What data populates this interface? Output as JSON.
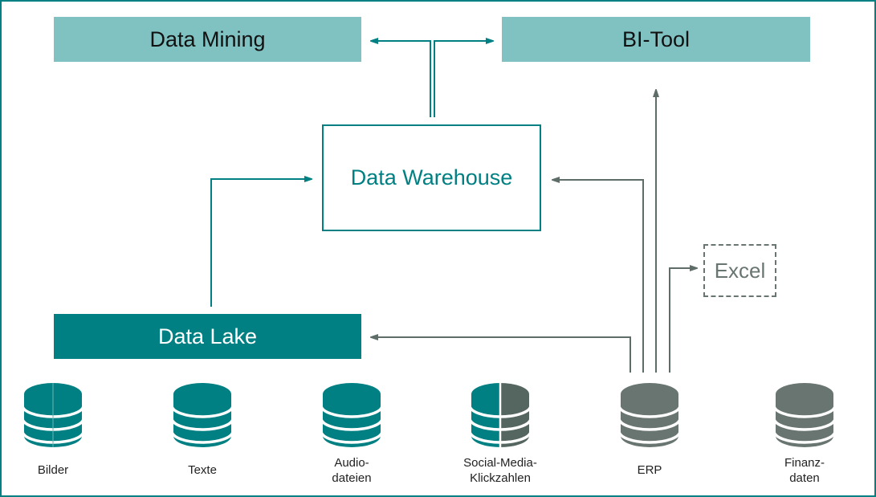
{
  "colors": {
    "teal": "#008083",
    "teal_light": "#80c1c1",
    "gray": "#687570",
    "gray_dark": "#556660"
  },
  "targets": {
    "data_mining": "Data Mining",
    "bi_tool": "BI-Tool",
    "data_warehouse": "Data Warehouse",
    "data_lake": "Data Lake",
    "excel": "Excel"
  },
  "sources": [
    {
      "label": "Bilder",
      "type": "unstructured"
    },
    {
      "label": "Texte",
      "type": "unstructured"
    },
    {
      "label": "Audio-\ndateien",
      "type": "unstructured"
    },
    {
      "label": "Social-Media-\nKlickzahlen",
      "type": "mixed"
    },
    {
      "label": "ERP",
      "type": "structured"
    },
    {
      "label": "Finanz-\ndaten",
      "type": "structured"
    }
  ],
  "connections": [
    {
      "from": "Data Lake",
      "to": "Data Warehouse"
    },
    {
      "from": "Data Warehouse",
      "to": "Data Mining"
    },
    {
      "from": "Data Warehouse",
      "to": "BI-Tool"
    },
    {
      "from": "ERP",
      "to": "Data Lake"
    },
    {
      "from": "ERP",
      "to": "Data Warehouse"
    },
    {
      "from": "ERP",
      "to": "BI-Tool"
    },
    {
      "from": "ERP",
      "to": "Excel"
    }
  ]
}
